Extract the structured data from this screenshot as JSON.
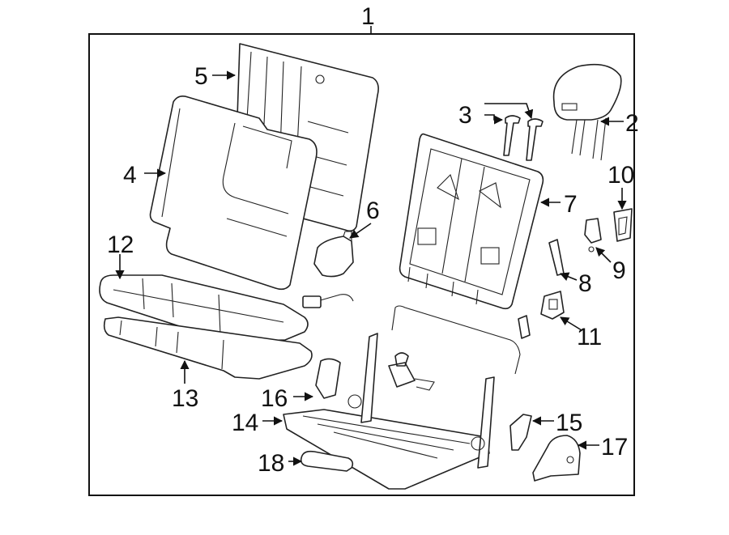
{
  "callouts": [
    {
      "id": "1",
      "text": "1"
    },
    {
      "id": "2",
      "text": "2"
    },
    {
      "id": "3",
      "text": "3"
    },
    {
      "id": "4",
      "text": "4"
    },
    {
      "id": "5",
      "text": "5"
    },
    {
      "id": "6",
      "text": "6"
    },
    {
      "id": "7",
      "text": "7"
    },
    {
      "id": "8",
      "text": "8"
    },
    {
      "id": "9",
      "text": "9"
    },
    {
      "id": "10",
      "text": "10"
    },
    {
      "id": "11",
      "text": "11"
    },
    {
      "id": "12",
      "text": "12"
    },
    {
      "id": "13",
      "text": "13"
    },
    {
      "id": "14",
      "text": "14"
    },
    {
      "id": "15",
      "text": "15"
    },
    {
      "id": "16",
      "text": "16"
    },
    {
      "id": "17",
      "text": "17"
    },
    {
      "id": "18",
      "text": "18"
    }
  ],
  "colors": {
    "line": "#222222",
    "background": "#ffffff"
  }
}
